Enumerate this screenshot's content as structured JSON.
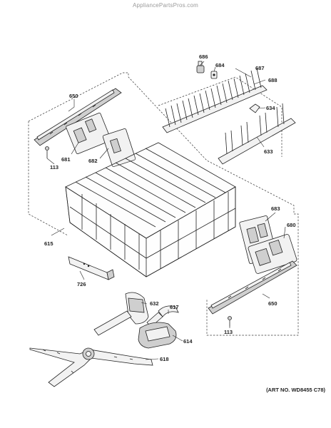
{
  "watermark": "AppliancePartsPros.com",
  "art_number": "(ART NO. WD8455 C78)",
  "callouts": {
    "p686": "686",
    "p684": "684",
    "p687": "687",
    "p688": "688",
    "p634": "634",
    "p633": "633",
    "p650_top": "650",
    "p681": "681",
    "p682": "682",
    "p113_top": "113",
    "p615": "615",
    "p683": "683",
    "p680": "680",
    "p726": "726",
    "p632": "632",
    "p617": "617",
    "p614": "614",
    "p618": "618",
    "p650_bottom": "650",
    "p113_bottom": "113"
  },
  "icons": {
    "upper_rack": "dish-rack-wire-basket",
    "tine_row": "folding-tine-row",
    "rail": "slide-rail",
    "spray_arm": "spray-arm",
    "manifold": "water-manifold"
  }
}
